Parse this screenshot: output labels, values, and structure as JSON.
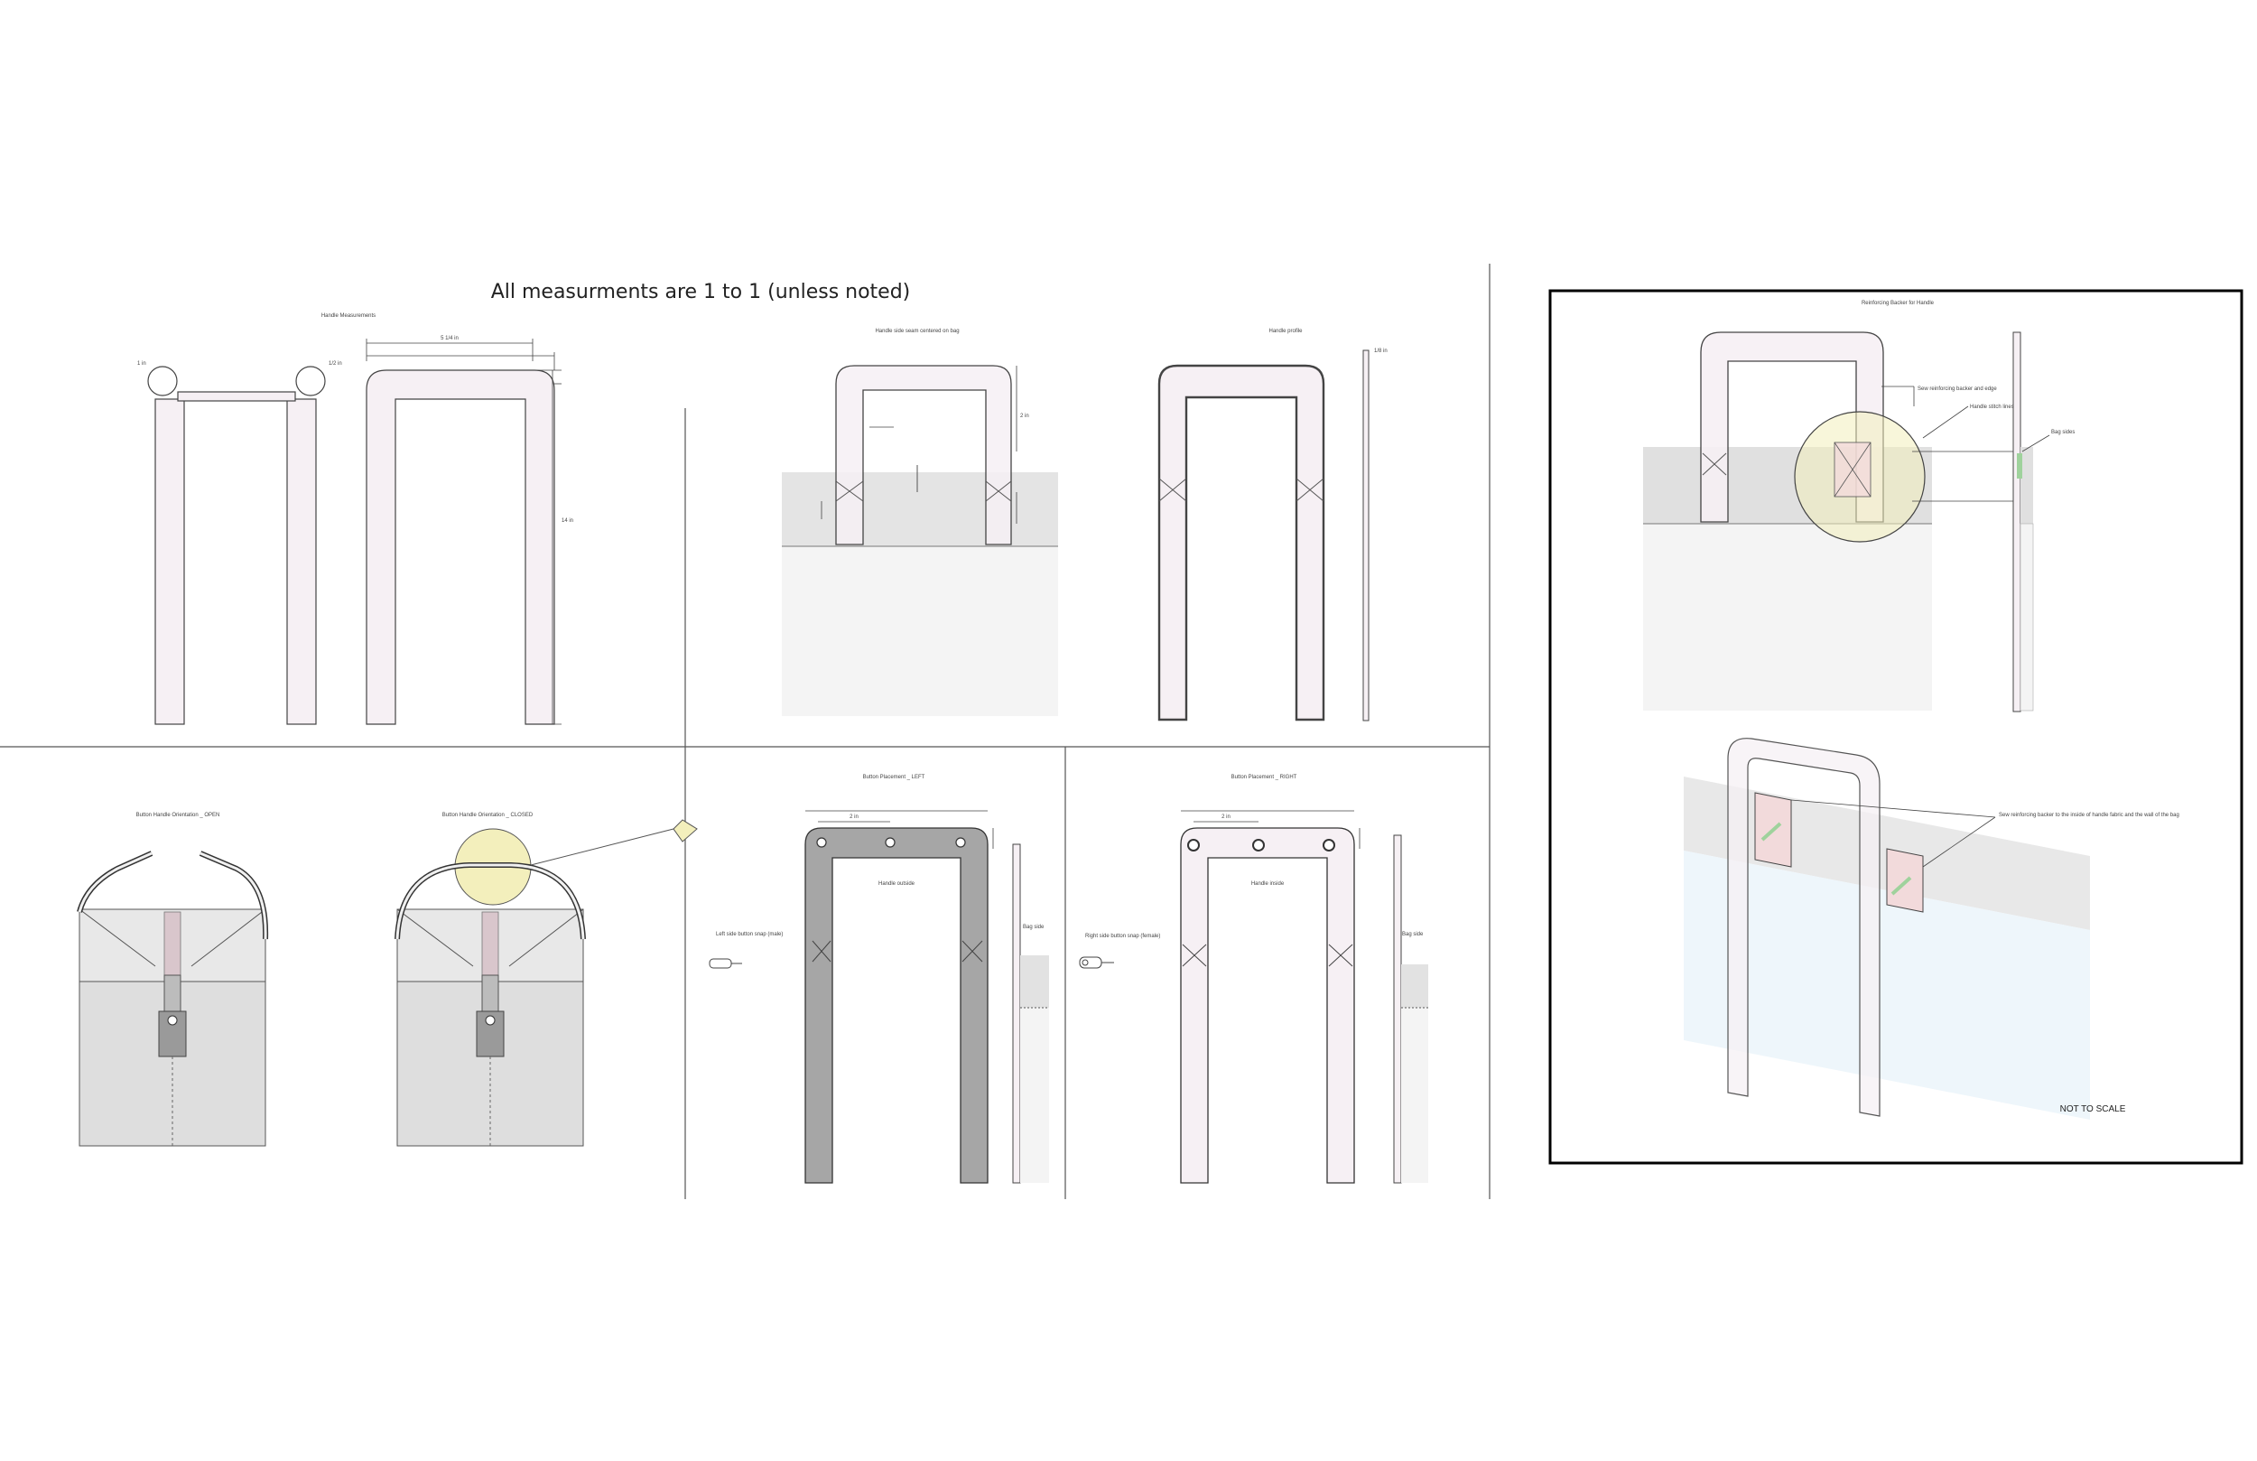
{
  "sheet": {
    "title": "All measurments are 1 to 1 (unless noted)",
    "not_to_scale": "NOT TO SCALE"
  },
  "panels": {
    "handle_measurements": {
      "label": "Handle Measurements"
    },
    "handle_on_bag": {
      "label": "Handle side seam centered on bag"
    },
    "handle_profile": {
      "label": "Handle profile"
    },
    "reinforcing": {
      "label": "Reinforcing Backer for Handle",
      "callout_backer": "Sew reinforcing backer to the inside of handle fabric and the wall of the bag",
      "callout_edge": "Sew reinforcing backer and edge",
      "callout_stitch": "Handle stitch lines",
      "callout_bag": "Bag sides"
    },
    "orientation_open": {
      "label": "Button Handle Orientation _ OPEN"
    },
    "orientation_closed": {
      "label": "Button Handle Orientation _ CLOSED"
    },
    "placement_left": {
      "label": "Button Placement _ LEFT",
      "center_label": "Handle outside",
      "side_label": "Left side button snap (male)",
      "bag_side": "Bag side"
    },
    "placement_right": {
      "label": "Button Placement _ RIGHT",
      "center_label": "Handle inside",
      "side_label": "Right side button snap (female)",
      "bag_side": "Bag side"
    }
  },
  "dimensions": {
    "overall_width": "5 1/4 in",
    "overall_height": "14 in",
    "corner_radius": "1 in",
    "edge_offset": "1/2 in",
    "handle_width": "1 in",
    "button_spacing": "2 in",
    "seam_depth": "2 in",
    "profile_thickness": "1/8 in"
  },
  "colors": {
    "line": "#333333",
    "handle_fill": "#f6f0f4",
    "bag_fill": "#e4e4e4",
    "bag_lower": "#f4f4f4",
    "dark_handle": "#a6a6a6",
    "highlight": "#f3efbc",
    "panel_frame": "#000000",
    "pink_backer": "#f2dadb",
    "green_stitch": "#9fd29c",
    "light_blue": "#eef6fb"
  }
}
